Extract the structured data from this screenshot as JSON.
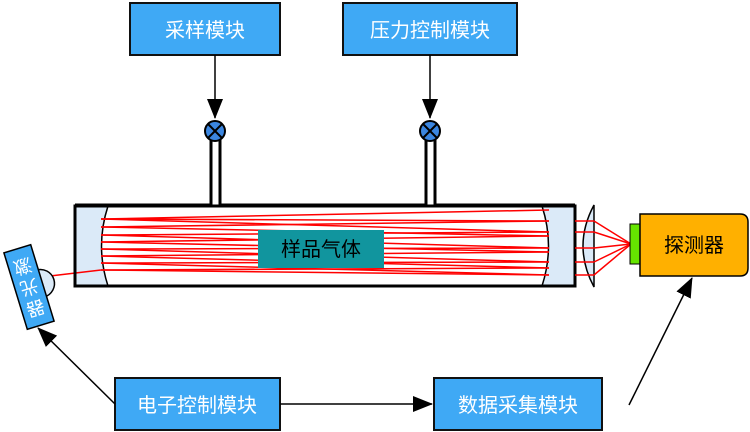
{
  "title": "样品气体 optical cell system diagram",
  "modules": {
    "sampling": {
      "label": "采样模块"
    },
    "pressure": {
      "label": "压力控制模块"
    },
    "electronic": {
      "label": "电子控制模块"
    },
    "daq": {
      "label": "数据采集模块"
    },
    "detector": {
      "label": "探测器"
    },
    "laser": {
      "label": "激光器"
    },
    "sample_gas": {
      "label": "样品气体"
    }
  },
  "colors": {
    "module_fill": "#3fa9f5",
    "detector_fill": "#ffb000",
    "detector_window": "#66e600",
    "sample_fill": "#11959e",
    "mirror_fill": "#dbeaf8",
    "beam": "#ff0000",
    "valve_fill": "#3b86e0"
  },
  "connections": [
    {
      "from": "采样模块",
      "to": "sampling-valve"
    },
    {
      "from": "压力控制模块",
      "to": "pressure-valve"
    },
    {
      "from": "电子控制模块",
      "to": "激光器"
    },
    {
      "from": "电子控制模块",
      "to": "数据采集模块"
    },
    {
      "from": "数据采集模块",
      "to": "探测器"
    }
  ]
}
